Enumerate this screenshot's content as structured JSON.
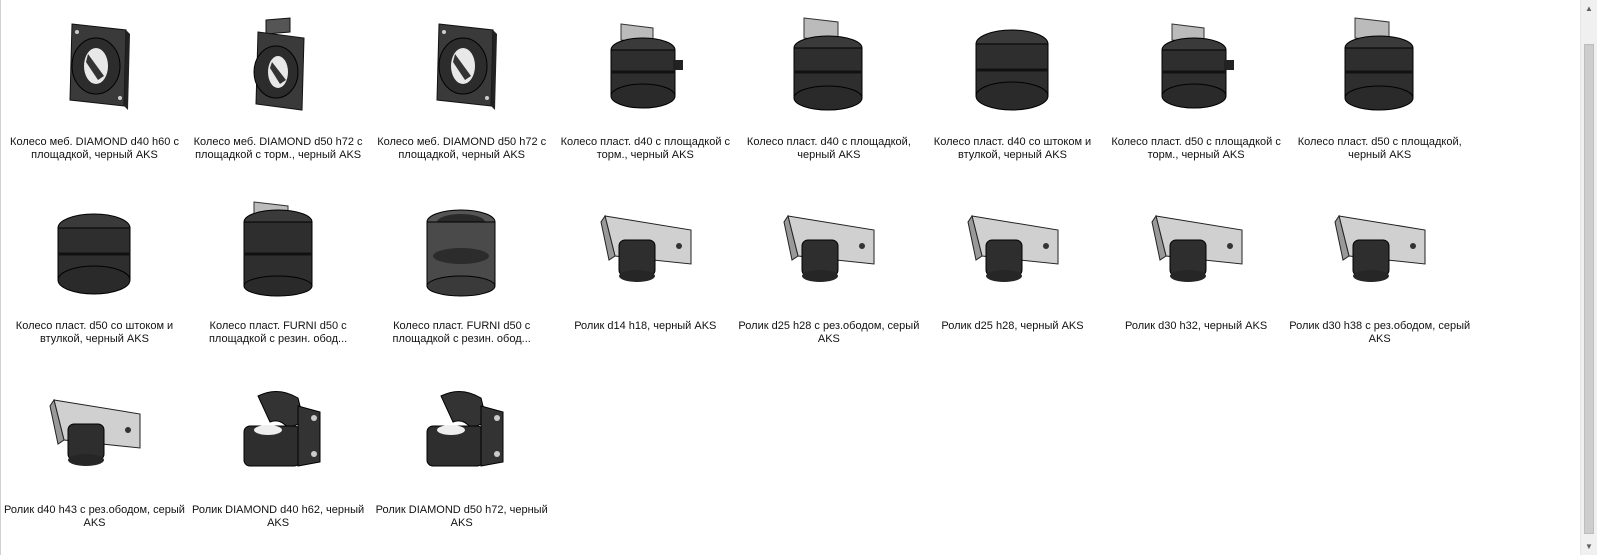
{
  "items": [
    {
      "label": "Колесо меб. DIAMOND d40 h60 с площадкой, черный AKS",
      "icon": "diamond-caster-plate-icon"
    },
    {
      "label": "Колесо меб. DIAMOND d50 h72 с площадкой с торм., черный AKS",
      "icon": "diamond-caster-brake-icon"
    },
    {
      "label": "Колесо меб. DIAMOND d50 h72 с площадкой, черный AKS",
      "icon": "diamond-caster-plate-icon"
    },
    {
      "label": "Колесо пласт. d40 с площадкой с торм., черный AKS",
      "icon": "plastic-caster-brake-icon"
    },
    {
      "label": "Колесо пласт. d40 с площадкой, черный AKS",
      "icon": "plastic-caster-plate-icon"
    },
    {
      "label": "Колесо пласт. d40 со штоком и втулкой, черный AKS",
      "icon": "plastic-caster-stem-icon"
    },
    {
      "label": "Колесо пласт. d50 с площадкой с торм., черный AKS",
      "icon": "plastic-caster-brake-icon"
    },
    {
      "label": "Колесо пласт. d50 с площадкой, черный AKS",
      "icon": "plastic-caster-plate-icon"
    },
    {
      "label": "Колесо пласт. d50 со штоком и втулкой, черный AKS",
      "icon": "plastic-caster-stem-icon"
    },
    {
      "label": "Колесо пласт. FURNI d50 с площадкой с резин. обод...",
      "icon": "furni-caster-icon"
    },
    {
      "label": "Колесо пласт. FURNI d50 с площадкой с резин. обод...",
      "icon": "furni-caster-rim-icon"
    },
    {
      "label": "Ролик d14 h18, черный AKS",
      "icon": "roller-bracket-icon"
    },
    {
      "label": "Ролик d25 h28 с рез.ободом, серый AKS",
      "icon": "roller-bracket-icon"
    },
    {
      "label": "Ролик d25 h28, черный AKS",
      "icon": "roller-bracket-icon"
    },
    {
      "label": "Ролик d30 h32, черный AKS",
      "icon": "roller-bracket-icon"
    },
    {
      "label": "Ролик d30 h38 с рез.ободом, серый AKS",
      "icon": "roller-bracket-icon"
    },
    {
      "label": "Ролик d40 h43 с рез.ободом, серый AKS",
      "icon": "roller-bracket-icon"
    },
    {
      "label": "Ролик DIAMOND d40 h62, черный AKS",
      "icon": "diamond-roller-icon"
    },
    {
      "label": "Ролик DIAMOND d50 h72, черный AKS",
      "icon": "diamond-roller-icon"
    }
  ],
  "scrollbar": {
    "up": "▲",
    "down": "▼"
  }
}
